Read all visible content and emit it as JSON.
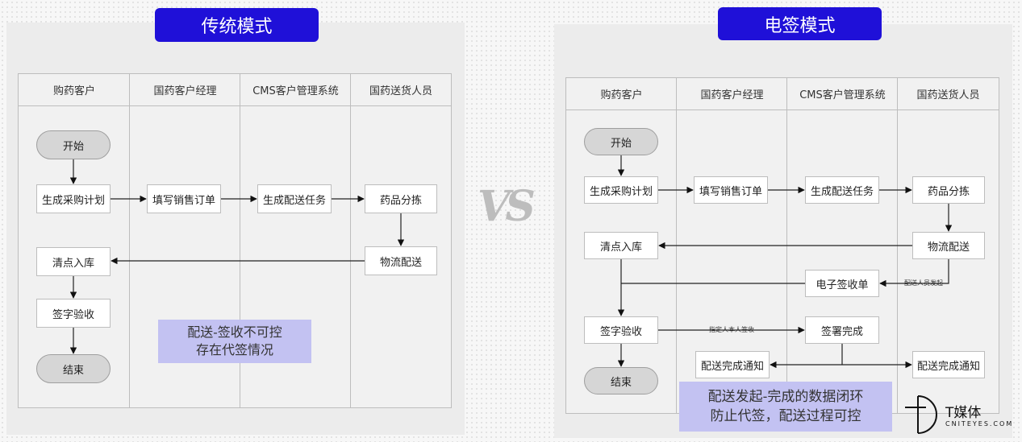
{
  "left": {
    "title": "传统模式",
    "columns": [
      "购药客户",
      "国药客户经理",
      "CMS客户管理系统",
      "国药送货人员"
    ],
    "nodes": {
      "start": "开始",
      "plan": "生成采购计划",
      "order": "填写销售订单",
      "task": "生成配送任务",
      "sort": "药品分拣",
      "logistics": "物流配送",
      "stock": "清点入库",
      "sign": "签字验收",
      "end": "结束"
    },
    "note": [
      "配送-签收不可控",
      "存在代签情况"
    ]
  },
  "right": {
    "title": "电签模式",
    "columns": [
      "购药客户",
      "国药客户经理",
      "CMS客户管理系统",
      "国药送货人员"
    ],
    "nodes": {
      "start": "开始",
      "plan": "生成采购计划",
      "order": "填写销售订单",
      "task": "生成配送任务",
      "sort": "药品分拣",
      "logistics": "物流配送",
      "stock": "清点入库",
      "esign": "电子签收单",
      "sign": "签字验收",
      "signed": "签署完成",
      "notify_left": "配送完成通知",
      "notify_right": "配送完成通知",
      "end": "结束"
    },
    "edge_labels": {
      "initiated": "配送人员发起",
      "designated": "指定人本人签收"
    },
    "note": [
      "配送发起-完成的数据闭环",
      "防止代签，配送过程可控"
    ]
  },
  "vs": "VS",
  "logo": {
    "name": "T媒体",
    "domain": "CNITEYES.COM"
  }
}
